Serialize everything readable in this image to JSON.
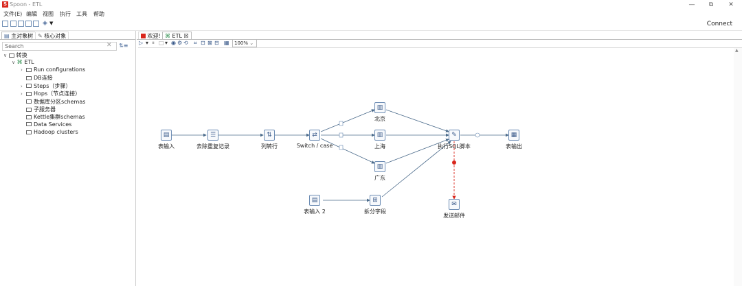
{
  "window": {
    "app_icon": "S",
    "title": "Spoon - ETL",
    "minimize": "—",
    "restore": "⧉",
    "close": "✕"
  },
  "menu": [
    "文件(E)",
    "编辑",
    "视图",
    "执行",
    "工具",
    "帮助"
  ],
  "toolbar": {
    "connect_label": "Connect"
  },
  "left_panel": {
    "tabs": [
      "主对象树",
      "核心对象"
    ],
    "search_placeholder": "Search",
    "tree": {
      "root": "转换",
      "transformation": "ETL",
      "children": [
        {
          "label": "Run configurations",
          "expandable": true
        },
        {
          "label": "DB连接",
          "expandable": false
        },
        {
          "label": "Steps（步骤）",
          "expandable": true
        },
        {
          "label": "Hops（节点连接）",
          "expandable": true
        },
        {
          "label": "数据库分区schemas",
          "expandable": false
        },
        {
          "label": "子服务器",
          "expandable": false
        },
        {
          "label": "Kettle集群schemas",
          "expandable": false
        },
        {
          "label": "Data Services",
          "expandable": false
        },
        {
          "label": "Hadoop clusters",
          "expandable": false
        }
      ]
    }
  },
  "editor": {
    "tabs": [
      "欢迎!",
      "ETL ☒"
    ],
    "zoom": "100%"
  },
  "steps": {
    "table_input": "表输入",
    "dedup": "去除重复记录",
    "row_to_col": "列转行",
    "switch_case": "Switch / case",
    "beijing": "北京",
    "shanghai": "上海",
    "guangdong": "广东",
    "exec_sql": "执行SQL脚本",
    "table_output": "表输出",
    "table_input2": "表输入 2",
    "split_field": "拆分字段",
    "send_mail": "发送邮件"
  },
  "colors": {
    "hop": "#4a6a8a",
    "error_hop": "#d9261c",
    "step_border": "#6b8bb3"
  }
}
